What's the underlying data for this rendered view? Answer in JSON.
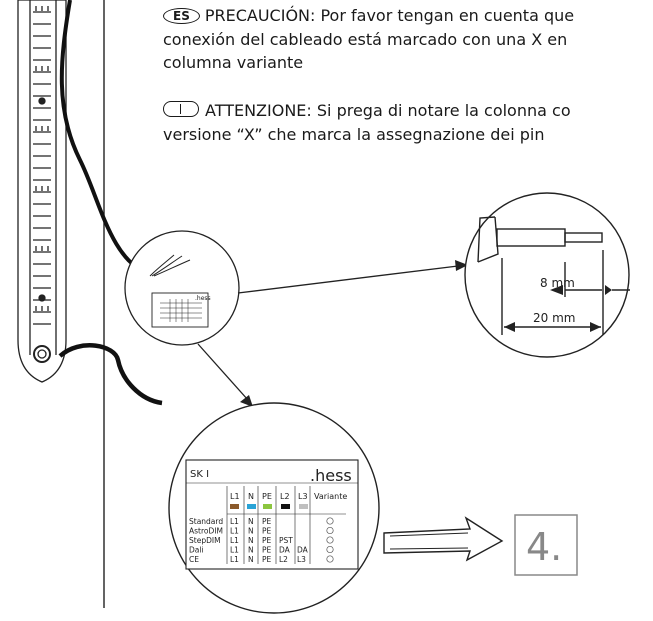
{
  "notes": {
    "es": {
      "badge": "ES",
      "line1": "PRECAUCIÓN: Por favor tengan en cuenta que",
      "line2": "conexión del cableado está marcado con una X en",
      "line3": "columna variante"
    },
    "it": {
      "badge": "I",
      "line1": "ATTENZIONE: Si prega di notare la colonna co",
      "line2": "versione “X” che marca la assegnazione dei pin"
    }
  },
  "dimensions": {
    "strip": "8 mm",
    "total": "20 mm"
  },
  "label": {
    "model": "SK I",
    "brand": ".hess",
    "columns": [
      "L1",
      "N",
      "PE",
      "L2",
      "L3",
      "Variante"
    ],
    "column_colors": [
      "#8b5a2b",
      "#29a3d6",
      "#8cc63f",
      "#111111",
      "#bfbfbf"
    ],
    "rows": [
      {
        "name": "Standard",
        "cells": [
          "L1",
          "N",
          "PE",
          "",
          ""
        ]
      },
      {
        "name": "AstroDIM",
        "cells": [
          "L1",
          "N",
          "PE",
          "",
          ""
        ]
      },
      {
        "name": "StepDIM",
        "cells": [
          "L1",
          "N",
          "PE",
          "PST",
          ""
        ]
      },
      {
        "name": "Dali",
        "cells": [
          "L1",
          "N",
          "PE",
          "DA",
          "DA"
        ]
      },
      {
        "name": "CE",
        "cells": [
          "L1",
          "N",
          "PE",
          "L2",
          "L3"
        ]
      }
    ]
  },
  "step": {
    "number": "4."
  }
}
